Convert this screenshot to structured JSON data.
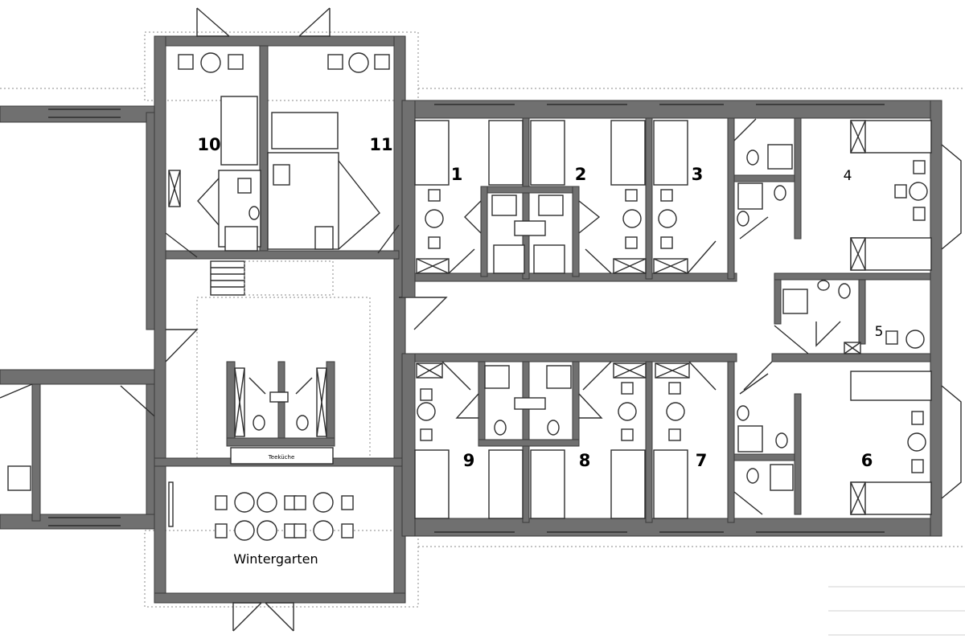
{
  "rooms": {
    "r1": "1",
    "r2": "2",
    "r3": "3",
    "r4": "4",
    "r5": "5",
    "r6": "6",
    "r7": "7",
    "r8": "8",
    "r9": "9",
    "r10": "10",
    "r11": "11"
  },
  "labels": {
    "wintergarten": "Wintergarten",
    "teekueche": "Teeküche"
  }
}
